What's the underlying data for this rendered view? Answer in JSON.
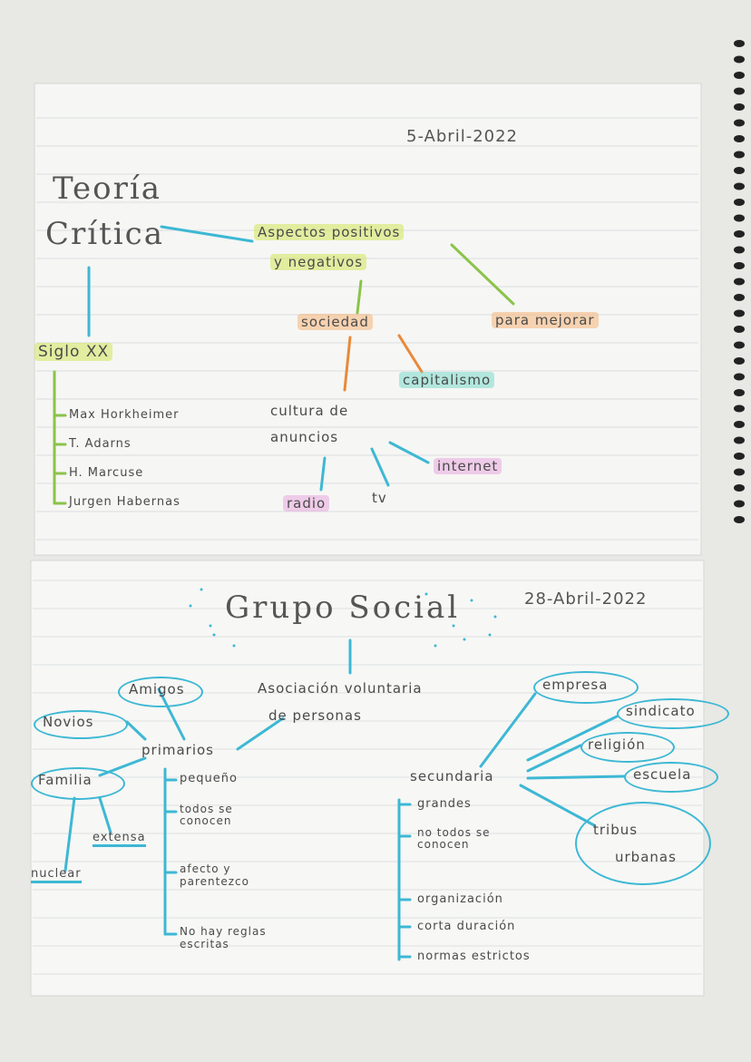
{
  "page1": {
    "date": "5-Abril-2022",
    "title_line1": "Teoría",
    "title_line2": "Crítica",
    "aspectos_line1": "Aspectos positivos",
    "aspectos_line2": "y negativos",
    "sociedad": "sociedad",
    "para_mejorar": "para mejorar",
    "capitalismo": "capitalismo",
    "siglo": "Siglo XX",
    "autores": [
      "Max Horkheimer",
      "T. Adarns",
      "H. Marcuse",
      "Jurgen Habernas"
    ],
    "cultura_line1": "cultura de",
    "cultura_line2": "anuncios",
    "internet": "internet",
    "radio": "radio",
    "tv": "tv"
  },
  "page2": {
    "title": "Grupo Social",
    "date": "28-Abril-2022",
    "asociacion_line1": "Asociación voluntaria",
    "asociacion_line2": "de personas",
    "amigos": "Amigos",
    "novios": "Novios",
    "familia": "Familia",
    "primarios": "primarios",
    "extensa": "extensa",
    "nuclear": "nuclear",
    "primarios_rasgos": [
      "pequeño",
      "todos se\nconocen",
      "afecto y\nparentezco",
      "No hay reglas\nescritas"
    ],
    "secundaria": "secundaria",
    "empresa": "empresa",
    "sindicato": "sindicato",
    "religion": "religión",
    "escuela": "escuela",
    "tribus_line1": "tribus",
    "tribus_line2": "urbanas",
    "secundaria_rasgos": [
      "grandes",
      "no todos se\nconocen",
      "organización",
      "corta duración",
      "normas estrictos"
    ]
  },
  "colors": {
    "teal": "#3db8d4",
    "green": "#8bc34a",
    "orange": "#e8893a",
    "yellow_highlight": "#d2e65a",
    "pink_highlight": "#e6a0dc"
  }
}
